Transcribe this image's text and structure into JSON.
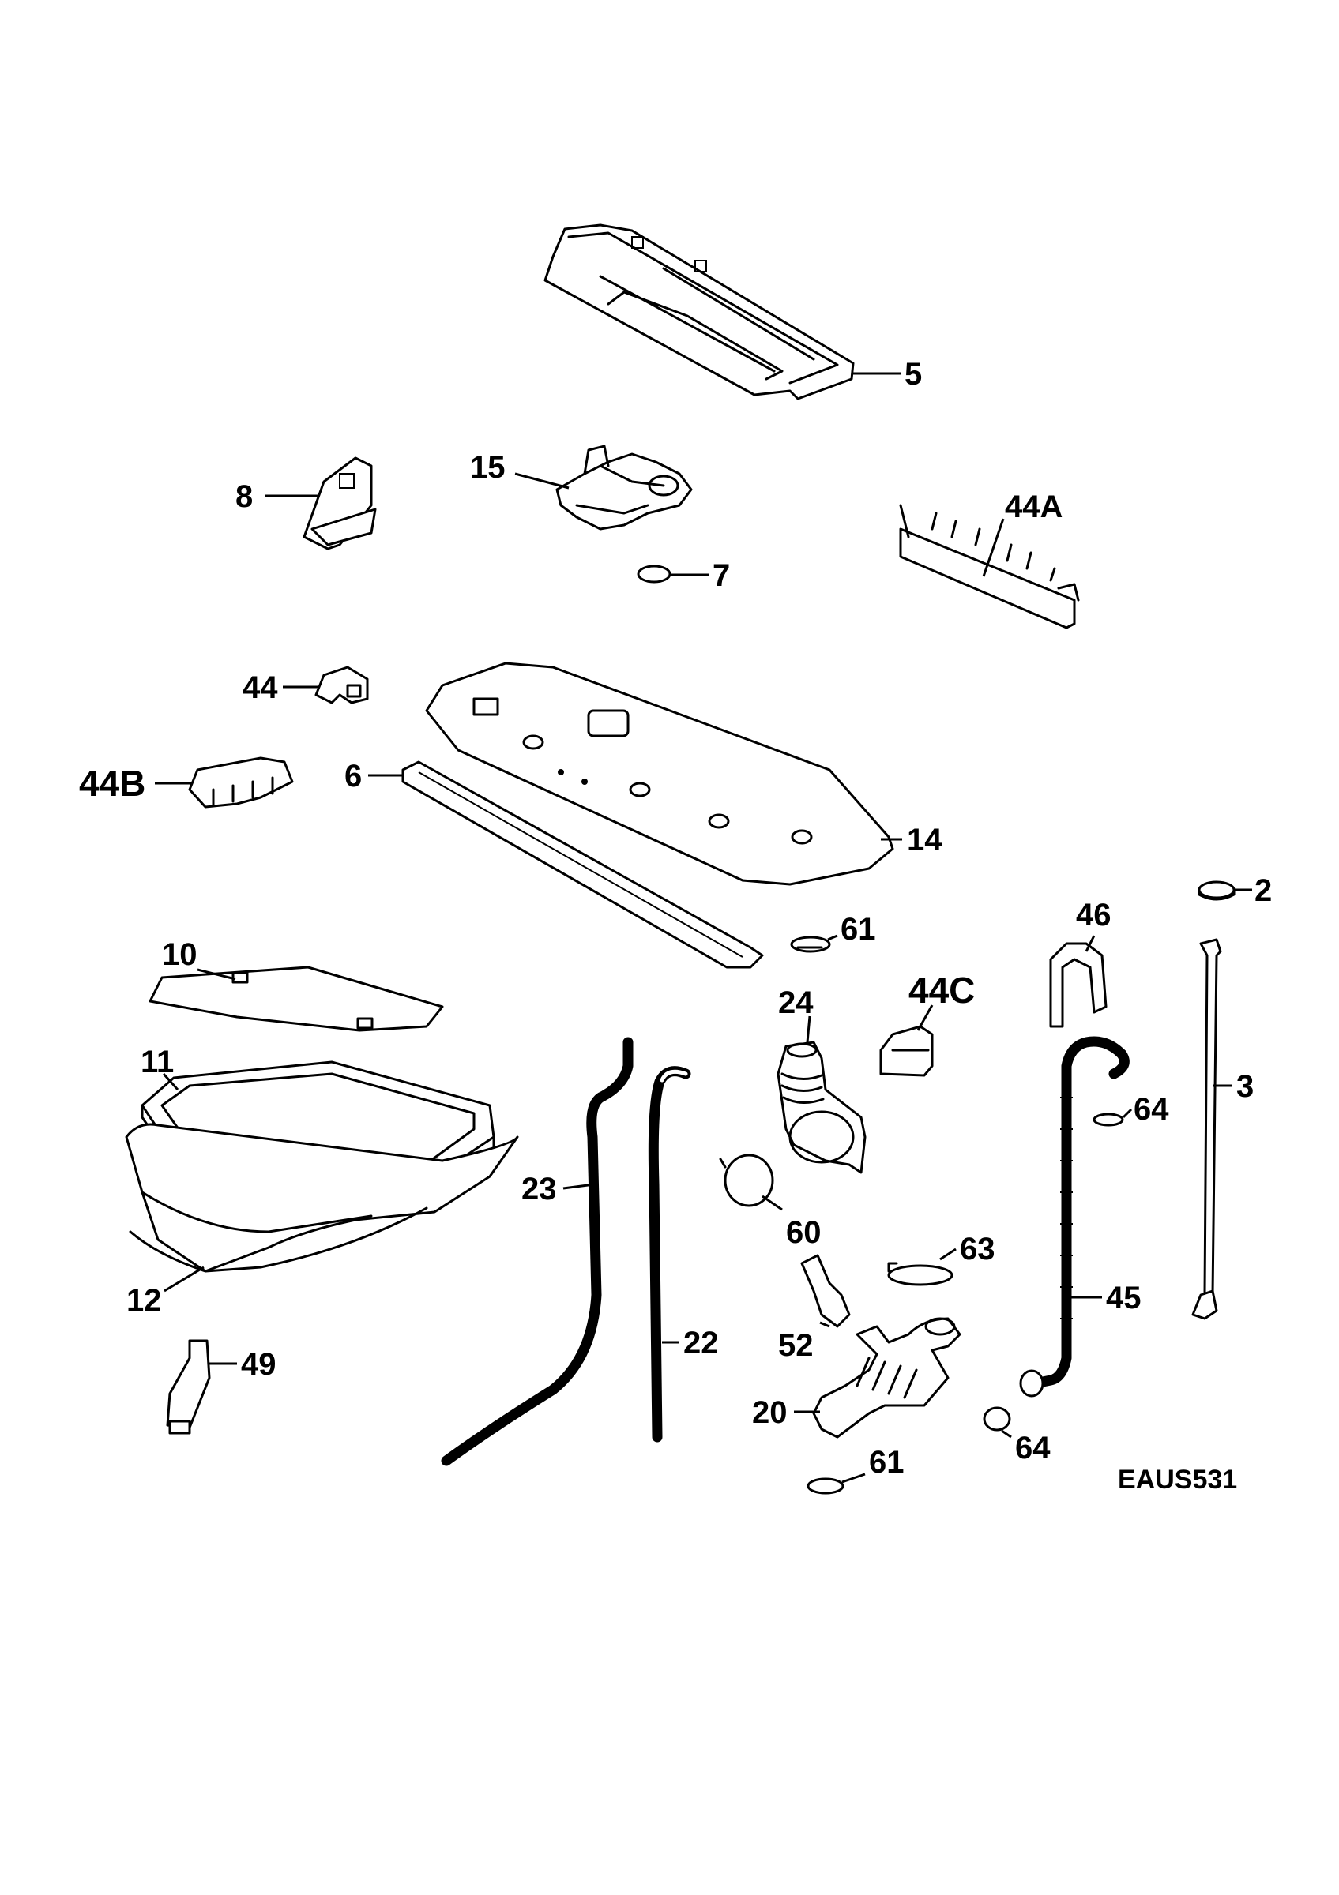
{
  "diagram_code": "EAUS531",
  "labels": {
    "p5": "5",
    "p15": "15",
    "p8": "8",
    "p7": "7",
    "p44A": "44A",
    "p44": "44",
    "p44B": "44B",
    "p6": "6",
    "p14": "14",
    "p2": "2",
    "p46": "46",
    "p61a": "61",
    "p10": "10",
    "p24": "24",
    "p44C": "44C",
    "p11": "11",
    "p64a": "64",
    "p3": "3",
    "p23": "23",
    "p60": "60",
    "p63": "63",
    "p45": "45",
    "p12": "12",
    "p52": "52",
    "p22": "22",
    "p49": "49",
    "p20": "20",
    "p64b": "64",
    "p61b": "61"
  }
}
